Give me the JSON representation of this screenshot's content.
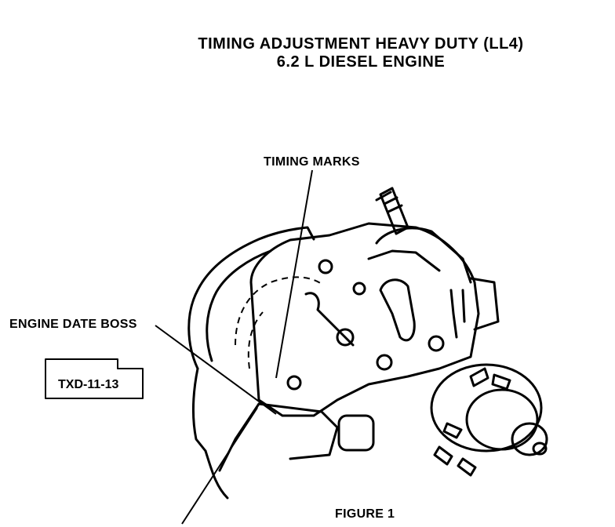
{
  "title": {
    "line1": "TIMING ADJUSTMENT HEAVY DUTY (LL4)",
    "line2": "6.2 L DIESEL ENGINE"
  },
  "labels": {
    "timing_marks": "TIMING MARKS",
    "engine_date_boss": "ENGINE DATE BOSS",
    "reference_tag": "TXD-11-13",
    "figure": "FIGURE 1"
  }
}
